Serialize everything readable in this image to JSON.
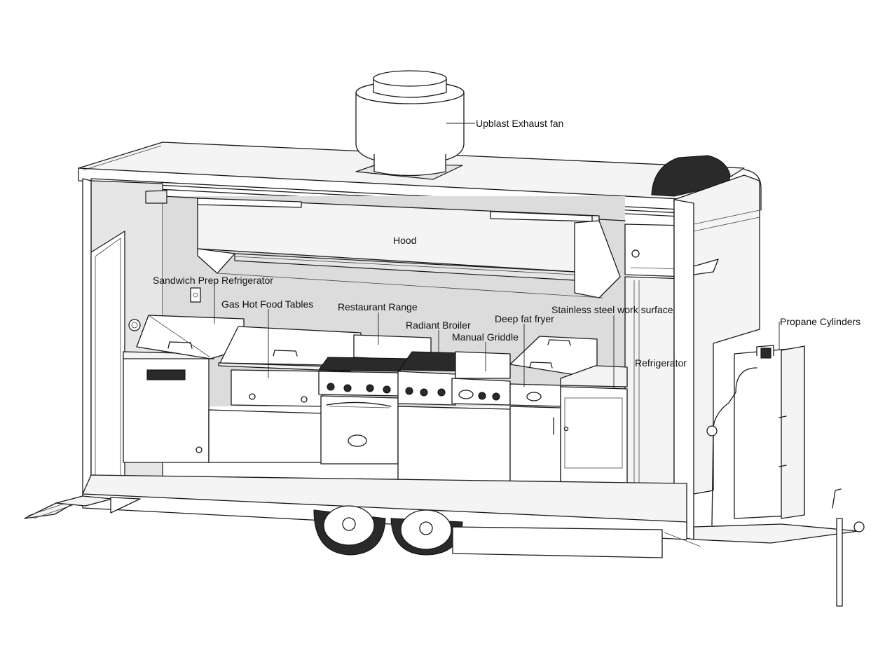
{
  "labels": {
    "exhaust_fan": "Upblast Exhaust fan",
    "hood": "Hood",
    "sandwich_prep": "Sandwich Prep Refrigerator",
    "gas_hot_food": "Gas Hot Food Tables",
    "restaurant_range": "Restaurant Range",
    "radiant_broiler": "Radiant Broiler",
    "manual_griddle": "Manual Griddle",
    "deep_fat_fryer": "Deep fat fryer",
    "work_surface": "Stainless steel work surface",
    "refrigerator": "Refrigerator",
    "propane": "Propane Cylinders"
  },
  "colors": {
    "line": "#1a1a1a",
    "fill_light": "#f4f4f4",
    "fill_mid": "#e6e6e6",
    "fill_dark": "#2a2a2a"
  }
}
